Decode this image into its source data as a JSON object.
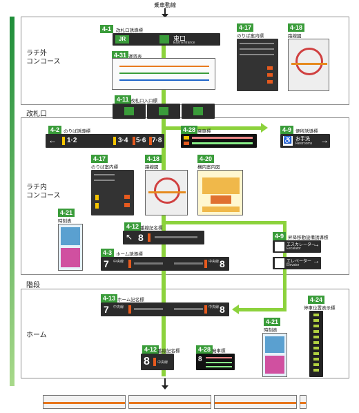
{
  "top_label": "乗車動線",
  "zones": {
    "outer": {
      "label_line1": "ラチ外",
      "label_line2": "コンコース"
    },
    "gate": {
      "label": "改札口"
    },
    "inner": {
      "label_line1": "ラチ内",
      "label_line2": "コンコース"
    },
    "stairs": {
      "label": "階段"
    },
    "home": {
      "label": "ホーム"
    }
  },
  "items": {
    "i41": {
      "code": "4-1",
      "name": "改札口誘導標",
      "text": "東口",
      "sub": "East Entrance",
      "jr": "JR"
    },
    "i417a": {
      "code": "4-17",
      "name": "のりば案内標"
    },
    "i418a": {
      "code": "4-18",
      "name": "路線図"
    },
    "i431": {
      "code": "4-31",
      "name": "運賃表"
    },
    "i411": {
      "code": "4-11",
      "name": "改札口入口標"
    },
    "i42": {
      "code": "4-2",
      "name": "のりば誘導標",
      "p12": "1·2",
      "p34": "3·4",
      "p56": "5·6",
      "p78": "7·8"
    },
    "i428a": {
      "code": "4-28",
      "name": "発車標"
    },
    "i49a": {
      "code": "4-9",
      "name": "便所誘導標",
      "text": "お手洗",
      "sub": "Restrooms"
    },
    "i417b": {
      "code": "4-17",
      "name": "のりば案内標"
    },
    "i418b": {
      "code": "4-18",
      "name": "路線図"
    },
    "i420": {
      "code": "4-20",
      "name": "構内案内図"
    },
    "i421a": {
      "code": "4-21",
      "name": "時刻表"
    },
    "i412a": {
      "code": "4-12",
      "name": "番線記名標",
      "num": "8"
    },
    "i49b": {
      "code": "4-9",
      "name": "昇降移動設備誘導標",
      "esc": "エスカレーター",
      "esc_sub": "Escalator",
      "elev": "エレベーター",
      "elev_sub": "Elevator"
    },
    "i43": {
      "code": "4-3",
      "name": "ホーム誘導標",
      "left": "7",
      "right": "8",
      "line": "中央線"
    },
    "i413": {
      "code": "4-13",
      "name": "ホーム記名標",
      "left": "7",
      "right": "8",
      "line": "中央線"
    },
    "i424": {
      "code": "4-24",
      "name": "停車位置表示標"
    },
    "i421b": {
      "code": "4-21",
      "name": "時刻表"
    },
    "i412b": {
      "code": "4-12",
      "name": "番線記名標",
      "num": "8",
      "line": "中央線"
    },
    "i428b": {
      "code": "4-28",
      "name": "発車標",
      "num": "8"
    }
  },
  "colors": {
    "green": "#3a9c3a",
    "path": "#8cd23c",
    "sign": "#2b2b2b",
    "accent_orange": "#e65a1e"
  }
}
